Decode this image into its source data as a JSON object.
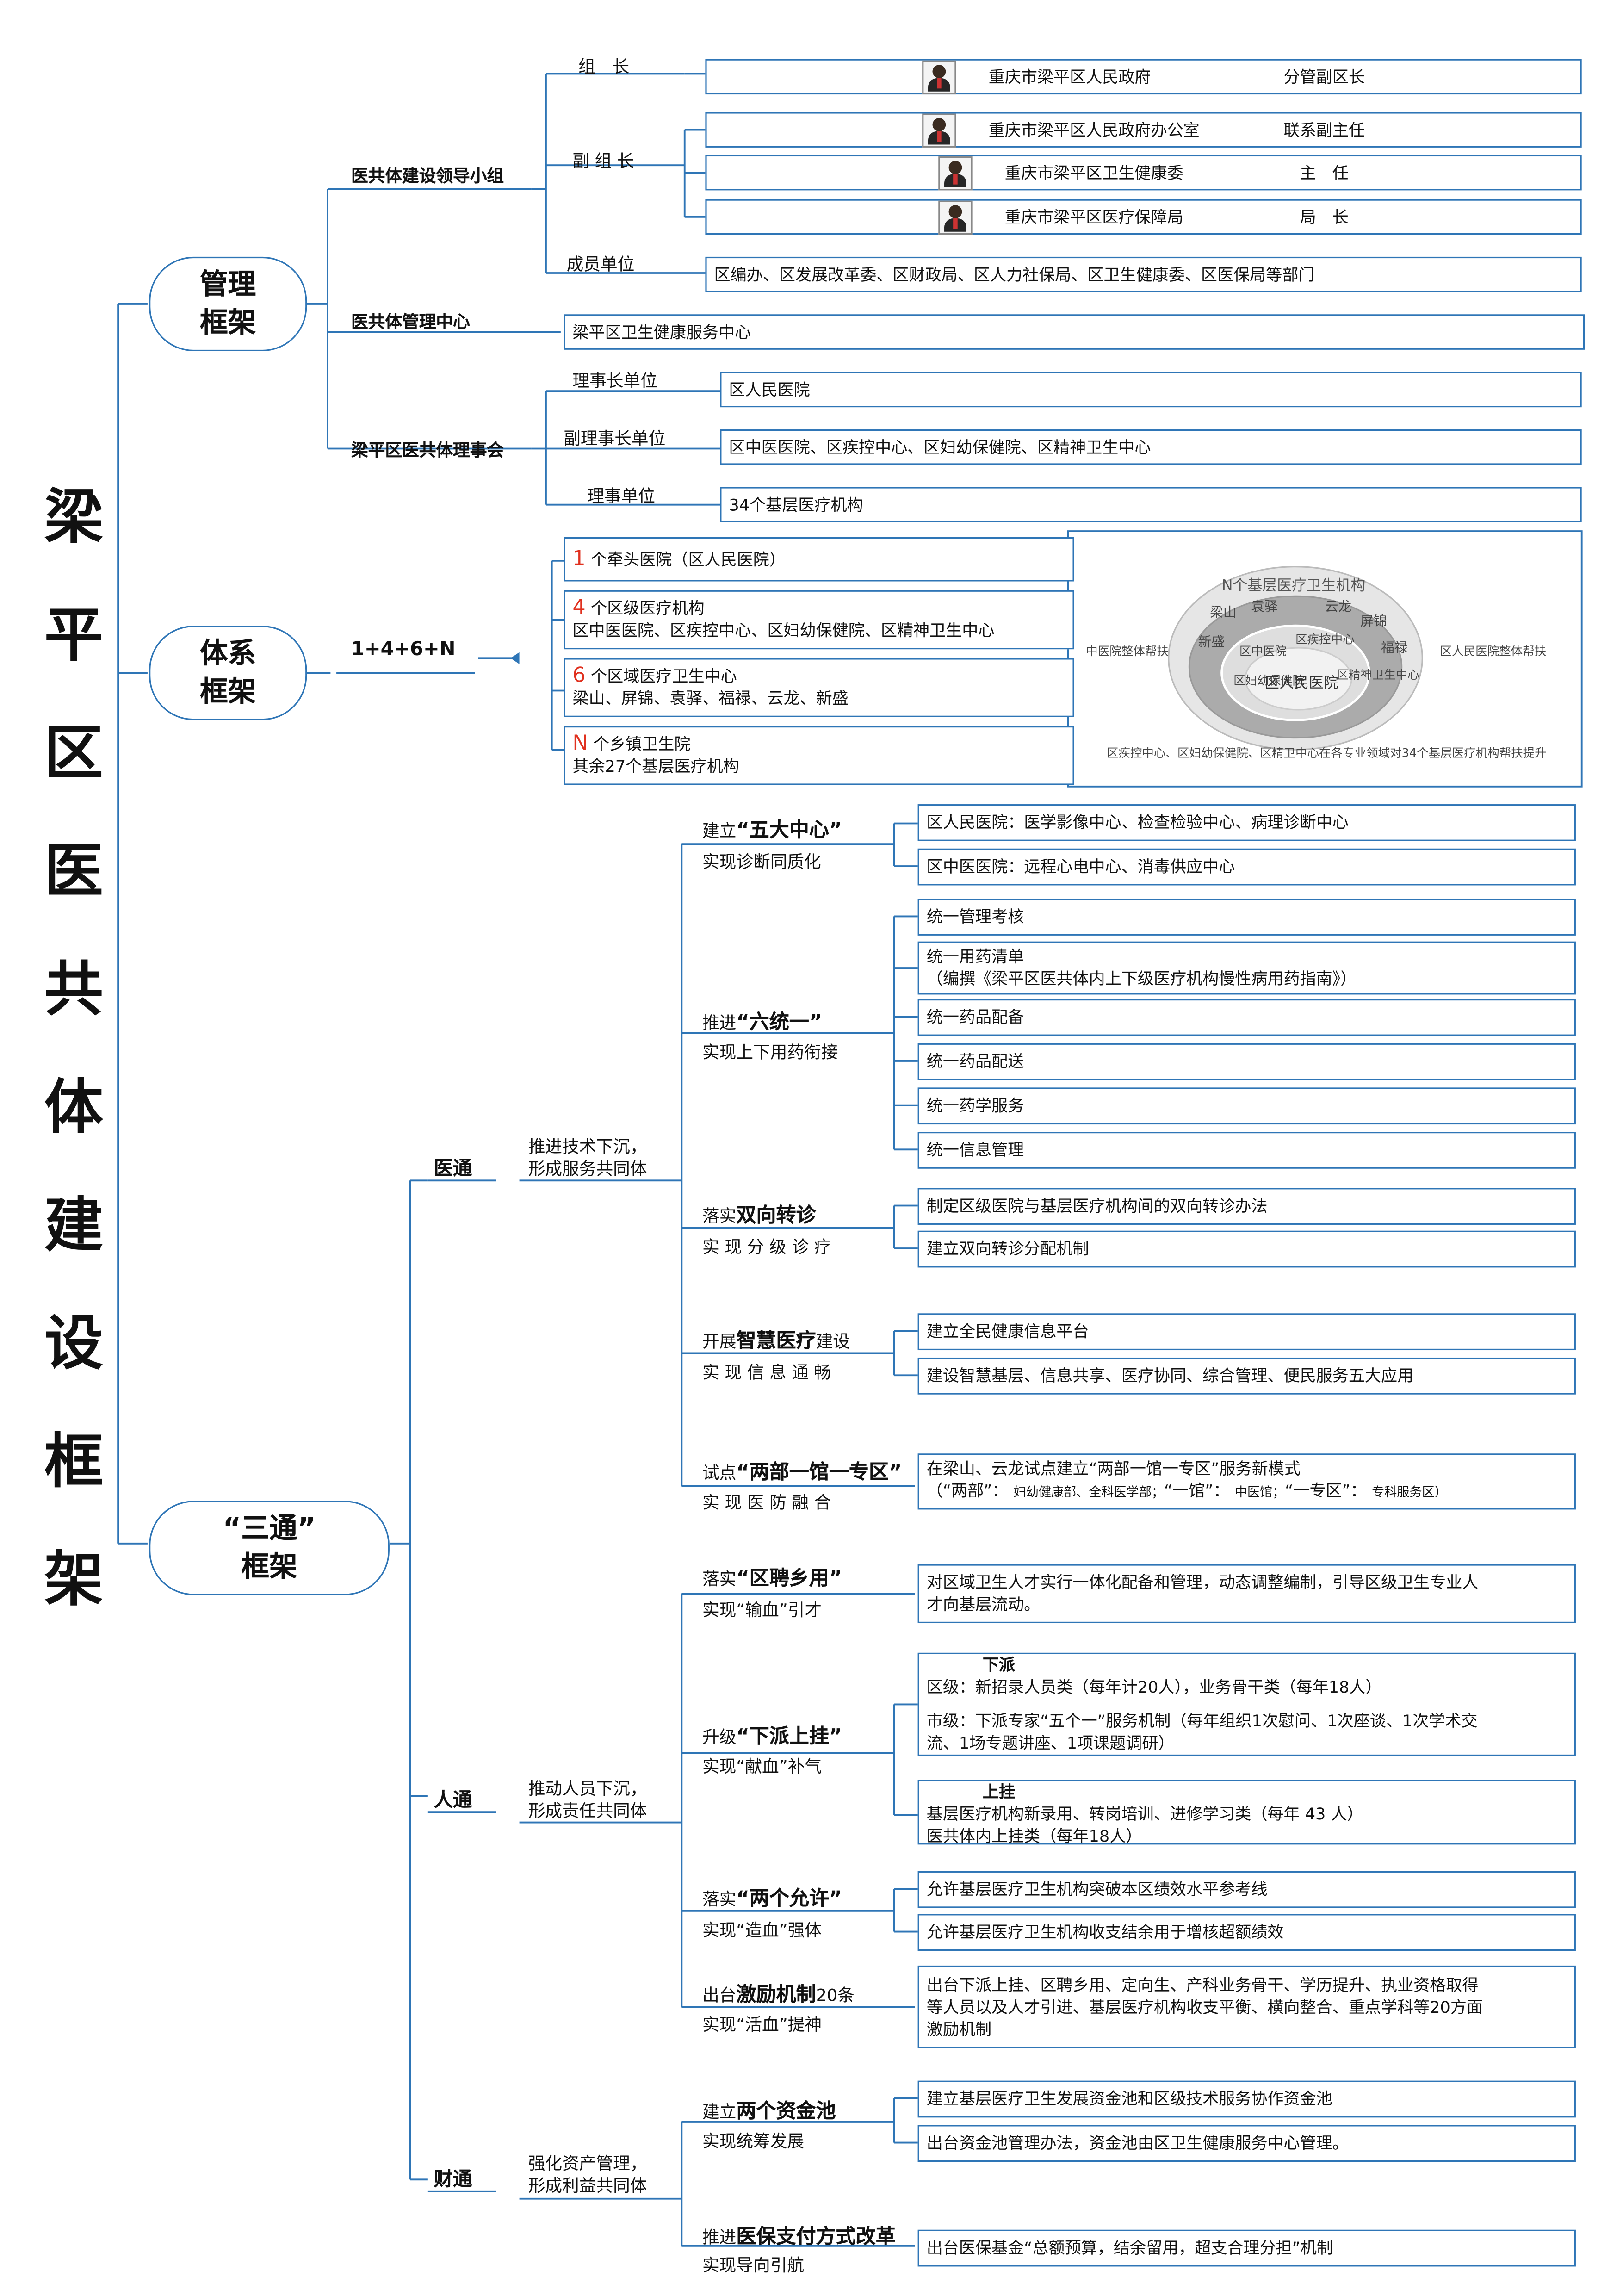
{
  "title_chars": [
    "梁",
    "平",
    "区",
    "医",
    "共",
    "体",
    "建",
    "设",
    "框",
    "架"
  ],
  "ovals": {
    "mgmt": [
      "管理",
      "框架"
    ],
    "sys": [
      "体系",
      "框架"
    ],
    "santong": [
      "“三通”",
      "框架"
    ]
  },
  "mgmt": {
    "group_title": "医共体建设领导小组",
    "leader_label": "组　长",
    "leader": {
      "org": "重庆市梁平区人民政府",
      "role": "分管副区长"
    },
    "deputy_label": "副 组 长",
    "deputies": [
      {
        "org": "重庆市梁平区人民政府办公室",
        "role": "联系副主任"
      },
      {
        "org": "重庆市梁平区卫生健康委",
        "role": "主　任"
      },
      {
        "org": "重庆市梁平区医疗保障局",
        "role": "局　长"
      }
    ],
    "members_label": "成员单位",
    "members": "区编办、区发展改革委、区财政局、区人力社保局、区卫生健康委、区医保局等部门",
    "center_title": "医共体管理中心",
    "center": "梁平区卫生健康服务中心",
    "council_title": "梁平区医共体理事会",
    "chair_label": "理事长单位",
    "chair": "区人民医院",
    "vice_label": "副理事长单位",
    "vice": "区中医医院、区疾控中心、区妇幼保健院、区精神卫生中心",
    "member_label": "理事单位",
    "member": "34个基层医疗机构"
  },
  "sys": {
    "formula": "1+4+6+N",
    "items": [
      {
        "num": "1",
        "l1": "个牵头医院（区人民医院）",
        "l2": ""
      },
      {
        "num": "4",
        "l1": "个区级医疗机构",
        "l2": "区中医医院、区疾控中心、区妇幼保健院、区精神卫生中心"
      },
      {
        "num": "6",
        "l1": "个区域医疗卫生中心",
        "l2": "梁山、屏锦、袁驿、福禄、云龙、新盛"
      },
      {
        "num": "N",
        "l1": "个乡镇卫生院",
        "l2": "其余27个基层医疗机构"
      }
    ],
    "diagram": {
      "outer": "N个基层医疗卫生机构",
      "ring6": [
        "梁山",
        "袁驿",
        "新盛",
        "云龙",
        "屏锦",
        "福禄"
      ],
      "ring4": [
        "区中医院",
        "区疾控中心",
        "区妇幼保健院",
        "区精神卫生中心"
      ],
      "center": "区人民医院",
      "left": "中医院整体帮扶",
      "right": "区人民医院整体帮扶",
      "bottom": "区疾控中心、区妇幼保健院、区精卫中心在各专业领域对34个基层医疗机构帮扶提升"
    }
  },
  "yitong": {
    "title": "医通",
    "desc": [
      "推进技术下沉，",
      "形成服务共同体"
    ],
    "s1": {
      "pre": "建立",
      "bold": "“五大中心”",
      "sub": "实现诊断同质化",
      "items": [
        "区人民医院：医学影像中心、检查检验中心、病理诊断中心",
        "区中医医院：远程心电中心、消毒供应中心"
      ]
    },
    "s2": {
      "pre": "推进",
      "bold": "“六统一”",
      "sub": "实现上下用药衔接",
      "items": [
        "统一管理考核",
        "统一用药清单",
        "（编撰《梁平区医共体内上下级医疗机构慢性病用药指南》）",
        "统一药品配备",
        "统一药品配送",
        "统一药学服务",
        "统一信息管理"
      ]
    },
    "s3": {
      "pre": "落实",
      "bold": "双向转诊",
      "sub": "实 现 分 级 诊 疗",
      "items": [
        "制定区级医院与基层医疗机构间的双向转诊办法",
        "建立双向转诊分配机制"
      ]
    },
    "s4": {
      "pre": "开展",
      "bold": "智慧医疗",
      "post": "建设",
      "sub": "实 现 信 息 通 畅",
      "items": [
        "建立全民健康信息平台",
        "建设智慧基层、信息共享、医疗协同、综合管理、便民服务五大应用"
      ]
    },
    "s5": {
      "pre": "试点",
      "bold": "“两部一馆一专区”",
      "sub": "实 现 医 防 融 合",
      "l1": "在梁山、云龙试点建立“两部一馆一专区”服务新模式",
      "l2a": "（“两部”：",
      "l2b": "妇幼健康部、全科医学部；",
      "l2c": "“一馆”：",
      "l2d": "中医馆；",
      "l2e": "“一专区”：",
      "l2f": "专科服务区）"
    }
  },
  "rentong": {
    "title": "人通",
    "desc": [
      "推动人员下沉，",
      "形成责任共同体"
    ],
    "s1": {
      "pre": "落实",
      "bold": "“区聘乡用”",
      "sub": "实现“输血”引才",
      "l1": "对区域卫生人才实行一体化配备和管理，动态调整编制，引导区级卫生专业人",
      "l2": "才向基层流动。"
    },
    "s2": {
      "pre": "升级",
      "bold": "“下派上挂”",
      "sub": "实现“献血”补气",
      "down_title": "下派",
      "down1": "区级：新招录人员类（每年计20人），业务骨干类（每年18人）",
      "down2": "市级：下派专家“五个一”服务机制（每年组织1次慰问、1次座谈、1次学术交",
      "down3": "流、1场专题讲座、1项课题调研）",
      "up_title": "上挂",
      "up1": "基层医疗机构新录用、转岗培训、进修学习类（每年 43 人）",
      "up2": "医共体内上挂类（每年18人）"
    },
    "s3": {
      "pre": "落实",
      "bold": "“两个允许”",
      "sub": "实现“造血”强体",
      "items": [
        "允许基层医疗卫生机构突破本区绩效水平参考线",
        "允许基层医疗卫生机构收支结余用于增核超额绩效"
      ]
    },
    "s4": {
      "pre": "出台",
      "bold": "激励机制",
      "post": "20条",
      "sub": "实现“活血”提神",
      "l1": "出台下派上挂、区聘乡用、定向生、产科业务骨干、学历提升、执业资格取得",
      "l2": "等人员以及人才引进、基层医疗机构收支平衡、横向整合、重点学科等20方面",
      "l3": "激励机制"
    }
  },
  "caitong": {
    "title": "财通",
    "desc": [
      "强化资产管理，",
      "形成利益共同体"
    ],
    "s1": {
      "pre": "建立",
      "bold": "两个资金池",
      "sub": "实现统筹发展",
      "items": [
        "建立基层医疗卫生发展资金池和区级技术服务协作资金池",
        "出台资金池管理办法，资金池由区卫生健康服务中心管理。"
      ]
    },
    "s2": {
      "pre": "推进",
      "bold": "医保支付方式改革",
      "sub": "实现导向引航",
      "item": "出台医保基金“总额预算，结余留用，超支合理分担”机制"
    }
  },
  "colors": {
    "line": "#2e75b6",
    "ring_outer": "#d6d6d6",
    "ring_mid": "#9a9a9a",
    "ring_inner": "#e0e0e0",
    "number_red": "#e0301e"
  }
}
